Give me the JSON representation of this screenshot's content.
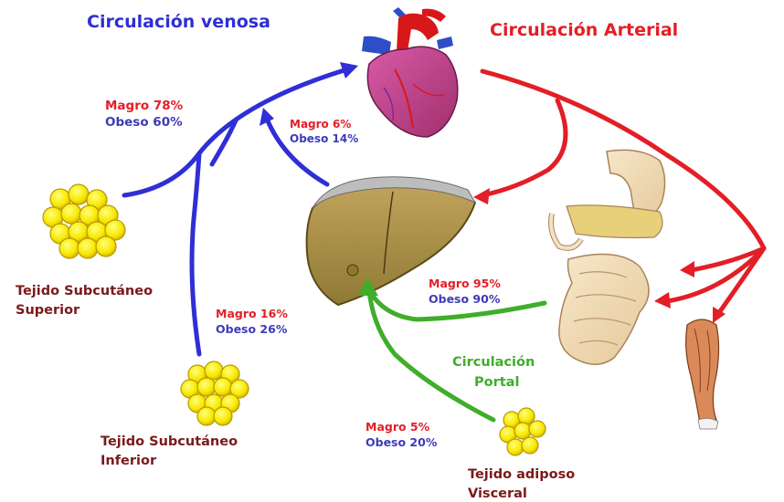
{
  "titles": {
    "venous": "Circulación venosa",
    "arterial": "Circulación Arterial",
    "portal_line1": "Circulación",
    "portal_line2": "Portal"
  },
  "labels": {
    "subcut_sup": {
      "line1": "Tejido Subcutáneo",
      "line2": "Superior"
    },
    "subcut_inf": {
      "line1": "Tejido Subcutáneo",
      "line2": "Inferior"
    },
    "visceral": {
      "line1": "Tejido adiposo",
      "line2": "Visceral"
    }
  },
  "flows": {
    "subcut_sup_to_heart": {
      "lean": "Magro 78%",
      "obese": "Obeso 60%"
    },
    "liver_to_heart": {
      "lean": "Magro 6%",
      "obese": "Obeso 14%"
    },
    "subcut_inf_to_heart": {
      "lean": "Magro 16%",
      "obese": "Obeso 26%"
    },
    "portal_to_liver": {
      "lean": "Magro 95%",
      "obese": "Obeso 90%"
    },
    "visceral_to_liver": {
      "lean": "Magro 5%",
      "obese": "Obeso 20%"
    }
  },
  "colors": {
    "venous": "#2f2fd6",
    "arterial": "#e41e26",
    "portal": "#3fae2a",
    "tissue_label": "#7a1a1a",
    "lean_text": "#e41e26",
    "obese_text": "#3c3cb8"
  },
  "icons": {
    "heart": "heart-icon",
    "liver": "liver-icon",
    "intestines": "digestive-organs-icon",
    "muscle": "leg-muscle-icon",
    "fat": "fat-cells-icon"
  }
}
